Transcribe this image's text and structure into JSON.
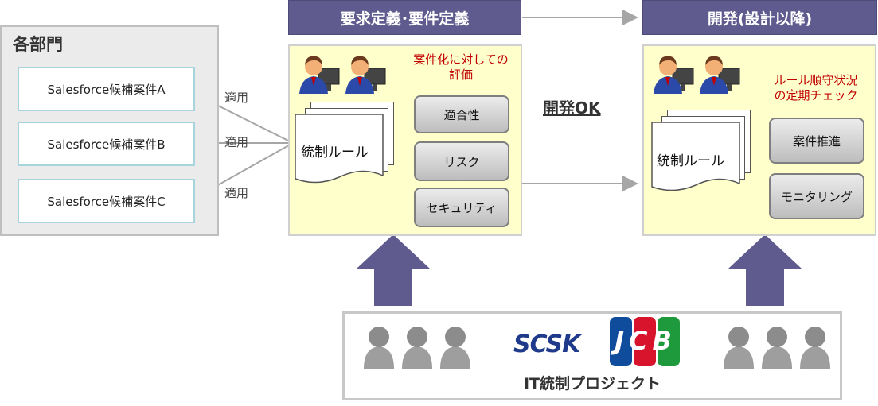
{
  "departments": {
    "title": "各部門",
    "cases": [
      "Salesforce候補案件A",
      "Salesforce候補案件B",
      "Salesforce候補案件C"
    ],
    "apply_label": "適用"
  },
  "requirements": {
    "header": "要求定義･要件定義",
    "note": "案件化に対しての\n評価",
    "doc_label": "統制ルール",
    "categories": [
      "適合性",
      "リスク",
      "セキュリティ"
    ]
  },
  "development": {
    "header": "開発(設計以降)",
    "note": "ルール順守状況\nの定期チェック",
    "doc_label": "統制ルール",
    "categories": [
      "案件推進",
      "モニタリング"
    ]
  },
  "dev_ok_label": "開発OK",
  "project": {
    "title": "IT統制プロジェクト",
    "logos": [
      "SCSK",
      "JCB"
    ]
  },
  "icons": {
    "staff": "person-at-computer-icon",
    "member": "gray-person-icon",
    "arrow_up": "big-up-arrow-icon"
  },
  "colors": {
    "header": "#5f5b8e",
    "panel": "#ffffcc",
    "note_text": "#c00000",
    "scsk": "#1f3a8a"
  }
}
